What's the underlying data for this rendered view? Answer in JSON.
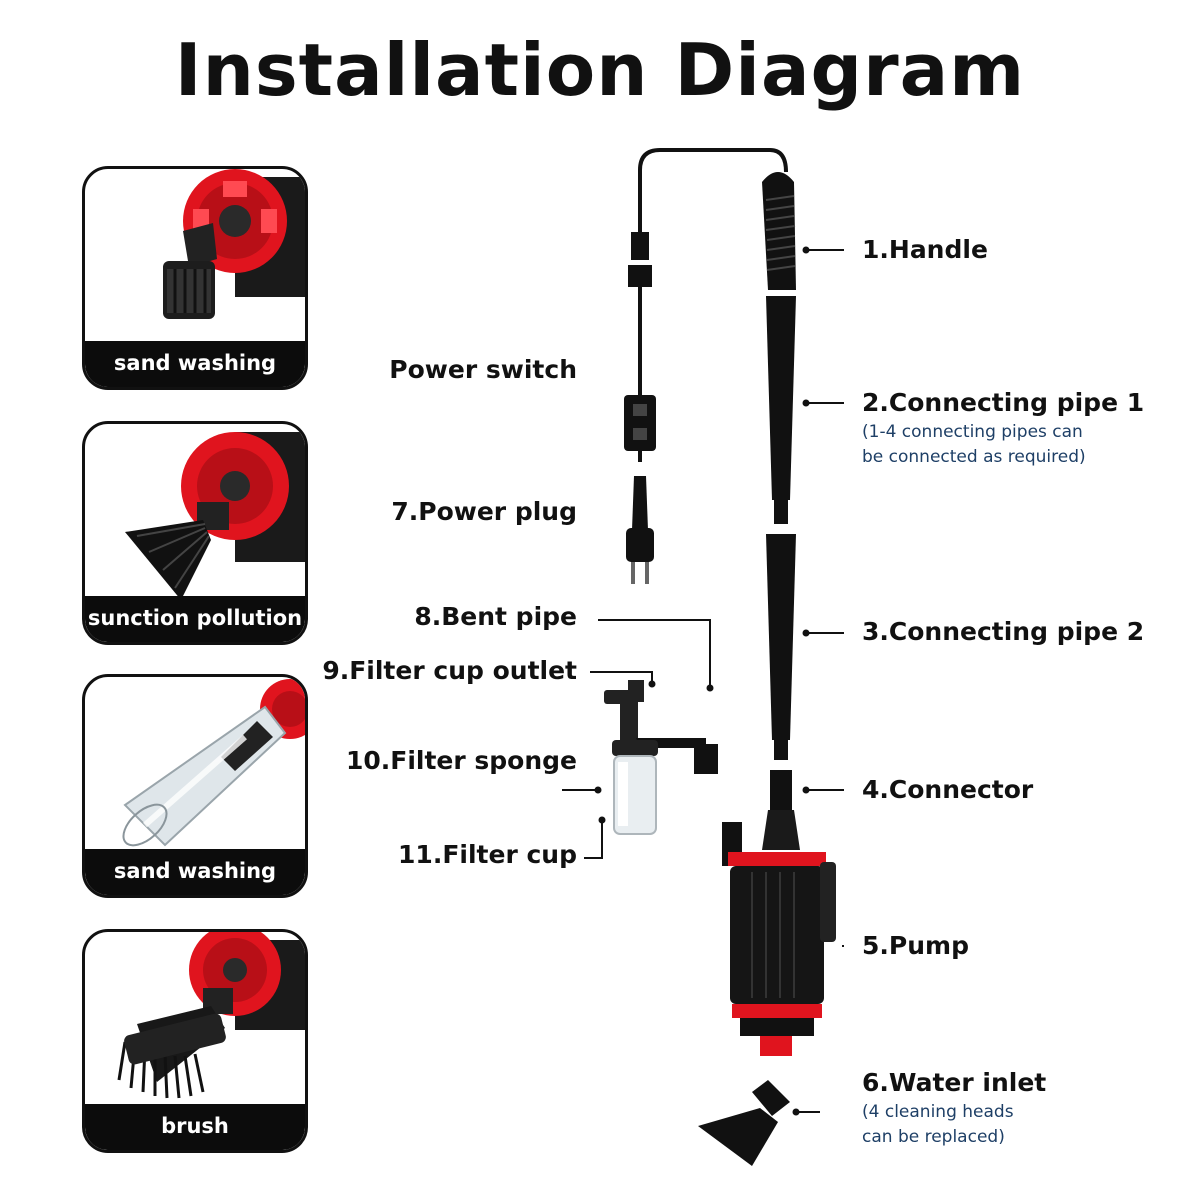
{
  "title": "Installation Diagram",
  "heads": [
    {
      "label": "sand washing"
    },
    {
      "label": "sunction pollution"
    },
    {
      "label": "sand washing"
    },
    {
      "label": "brush"
    }
  ],
  "parts": {
    "handle": "1.Handle",
    "pipe1": "2.Connecting pipe 1",
    "pipe1_note_line1": "(1-4 connecting pipes can",
    "pipe1_note_line2": "be connected as required)",
    "pipe2": "3.Connecting pipe 2",
    "connector": "4.Connector",
    "pump": "5.Pump",
    "inlet": "6.Water inlet",
    "inlet_note_line1": "(4 cleaning heads",
    "inlet_note_line2": "can be replaced)",
    "power_plug": "7.Power plug",
    "bent_pipe": "8.Bent pipe",
    "filter_outlet": "9.Filter cup outlet",
    "filter_sponge": "10.Filter sponge",
    "filter_cup": "11.Filter cup",
    "power_switch": "Power switch"
  },
  "colors": {
    "accent_red": "#e0141e",
    "body_black": "#111111",
    "note_blue": "#1e3f66"
  }
}
